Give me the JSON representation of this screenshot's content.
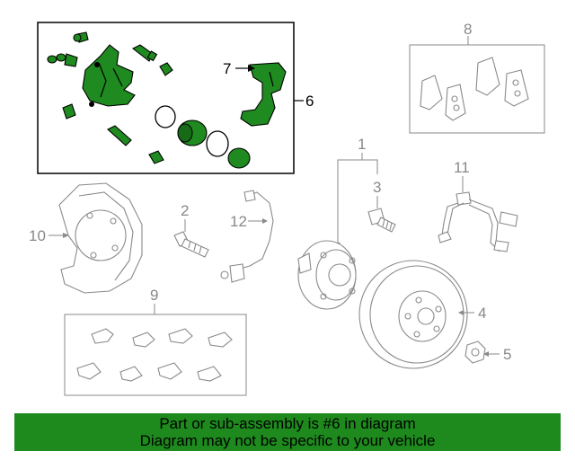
{
  "callouts": {
    "c1": "1",
    "c2": "2",
    "c3": "3",
    "c4": "4",
    "c5": "5",
    "c6": "6",
    "c7": "7",
    "c8": "8",
    "c9": "9",
    "c10": "10",
    "c11": "11",
    "c12": "12"
  },
  "banner": {
    "line1": "Part or sub-assembly is #6 in diagram",
    "line2": "Diagram may not be specific to your vehicle"
  },
  "colors": {
    "highlight": "#1f8a1f",
    "banner": "#1e8a1e",
    "part_outline": "#8a8a8a"
  }
}
